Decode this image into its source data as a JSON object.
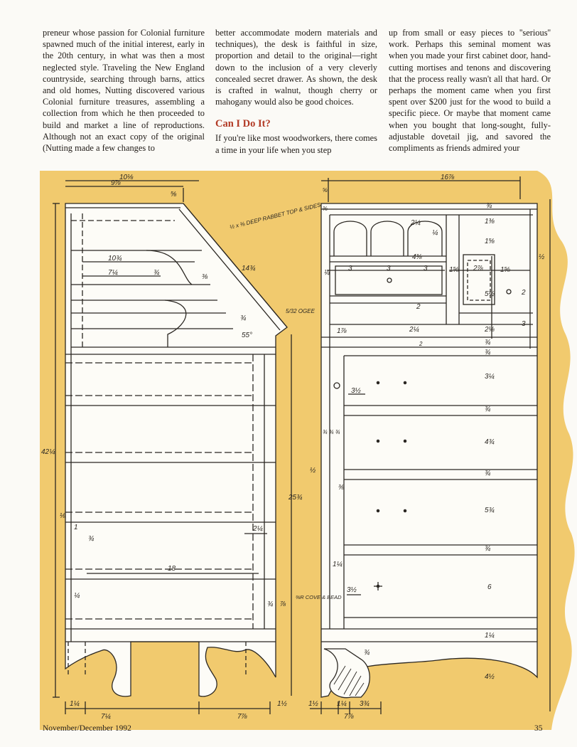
{
  "article": {
    "col1": "preneur whose passion for Colonial furniture spawned much of the initial interest, early in the 20th century, in what was then a most neglected style. Traveling the New England countryside, searching through barns, attics and old homes, Nutting discovered various Colonial furniture treasures, assembling a collection from which he then proceeded to build and market a line of reproductions. Although not an exact copy of the original (Nutting made a few changes to",
    "col2": "better accommodate modern materials and techniques), the desk is faithful in size, proportion and detail to the original—right down to the inclusion of a very cleverly concealed secret drawer. As shown, the desk is crafted in walnut, though cherry or mahogany would also be good choices.",
    "subhead": "Can I Do It?",
    "col2b": "If you're like most woodworkers, there comes a time in your life when you step",
    "col3": "up from small or easy pieces to ''serious'' work. Perhaps this seminal moment was when you made your first cabinet door, hand-cutting mortises and tenons and discovering that the process really wasn't all that hard. Or perhaps the moment came when you first spent over $200 just for the wood to build a specific piece. Or maybe that moment came when you bought that long-sought, fully-adjustable dovetail jig, and savored the compliments as friends admired your"
  },
  "drawing": {
    "colors": {
      "panel": "#f1ca6e",
      "paper": "#fdfcf7",
      "ink": "#2b2722"
    },
    "side_labels": {
      "top_width": "10⅛",
      "top_inner": "9⅞",
      "lid_thick": "⅝",
      "rabbet_note": "½ x ⅜ DEEP RABBET TOP & SIDES",
      "lid_len": "14¾",
      "d_1034": "10¾",
      "d_714": "7¼",
      "d_34a": "¾",
      "d_38": "⅜",
      "d_34b": "¾",
      "angle": "55°",
      "ogee_note": "5/32 OGEE",
      "height": "42¼",
      "d_18": "⅛",
      "d_1": "1",
      "d_34c": "¾",
      "d_214": "2¼",
      "depth_18": "18",
      "d_14": "¼",
      "d_34d": "¾",
      "d_78": "⅞",
      "base_height": "25¾",
      "foot_114": "1¼",
      "foot_714": "7¼",
      "foot_778": "7⅞",
      "foot_112": "1½"
    },
    "front_labels": {
      "width": "16⅞",
      "top_58": "⅝",
      "top_38": "⅜",
      "d_214a": "2¼",
      "d_14": "¼",
      "d_438": "4⅜",
      "d_14b": "¼",
      "d_3a": "3",
      "d_3b": "3",
      "d_3c": "3",
      "d_158": "1⅝",
      "d_278": "2⅞",
      "d_158b": "1⅝",
      "d_z": "2",
      "d_214b": "2¼",
      "d_178": "1⅞",
      "d_2": "2",
      "d_212": "5½",
      "d_218": "2⅛",
      "d_12": "½",
      "d_2b": "2",
      "d_3": "3",
      "r_34a": "¾",
      "r_138": "1⅜",
      "r_158": "1⅝",
      "r_34b": "¾",
      "r_34c": "¾",
      "r_314": "3¼",
      "r_34d": "¾",
      "r_434": "4¾",
      "r_34e": "¾",
      "r_534": "5¾",
      "r_34f": "¾",
      "r_6": "6",
      "r_114": "1¼",
      "r_412": "4½",
      "d_312a": "3½",
      "d_34g": "¾ ¾ ¾",
      "d_38b": "⅜",
      "d_114b": "1¼",
      "d_312b": "3½",
      "cove_note": "⅜R COVE & BEAD",
      "d_34h": "¾",
      "foot_112": "1½",
      "foot_114": "1¼",
      "foot_334": "3¾",
      "foot_778": "7⅞"
    }
  },
  "footer": {
    "issue": "November/December 1992",
    "page": "35"
  }
}
